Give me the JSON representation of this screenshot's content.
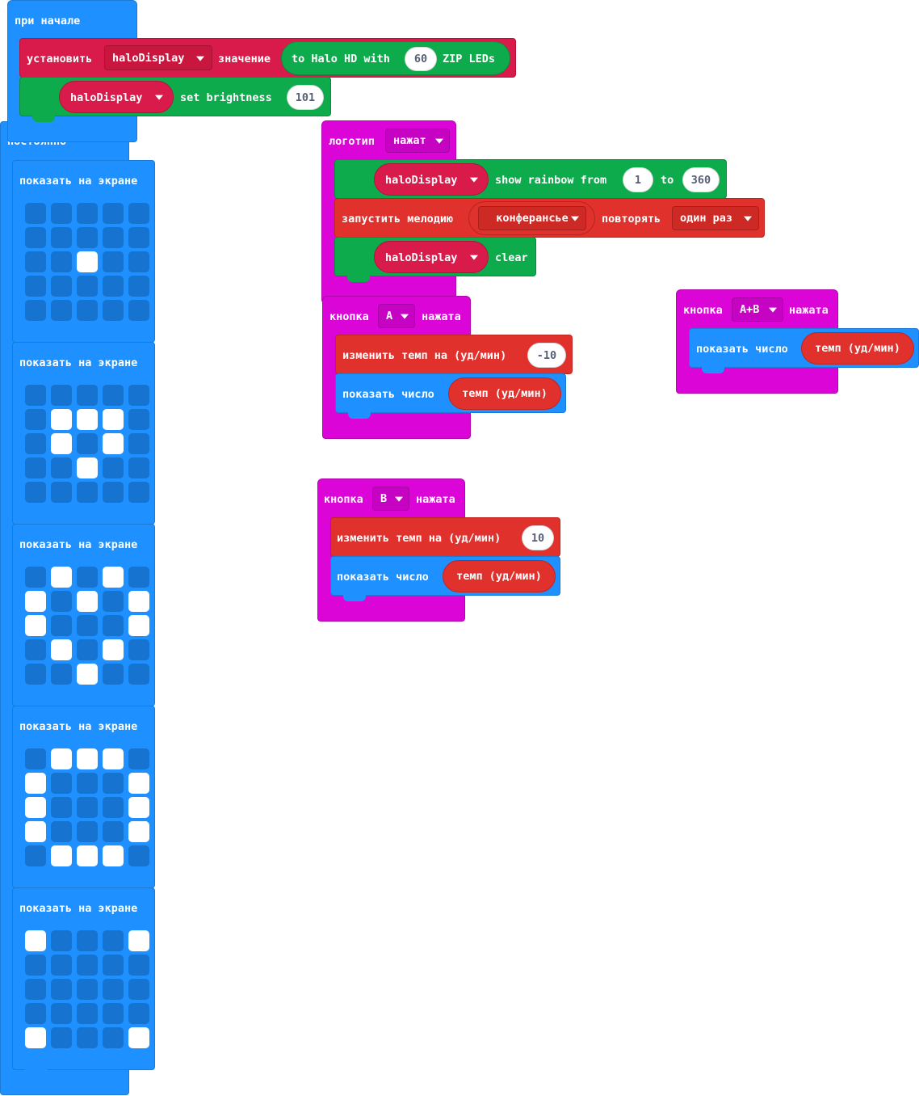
{
  "on_start": {
    "label": "при начале",
    "set": {
      "prefix": "установить",
      "var": "haloDisplay",
      "mid": "значение",
      "create": {
        "pre": "to Halo HD with",
        "count": "60",
        "post": "ZIP LEDs"
      }
    },
    "brightness": {
      "var": "haloDisplay",
      "label": "set brightness",
      "value": "101"
    }
  },
  "forever": {
    "label": "постоянно",
    "show_label": "показать на экране",
    "screens": [
      [
        [
          0,
          0,
          0,
          0,
          0
        ],
        [
          0,
          0,
          0,
          0,
          0
        ],
        [
          0,
          0,
          1,
          0,
          0
        ],
        [
          0,
          0,
          0,
          0,
          0
        ],
        [
          0,
          0,
          0,
          0,
          0
        ]
      ],
      [
        [
          0,
          0,
          0,
          0,
          0
        ],
        [
          0,
          1,
          1,
          1,
          0
        ],
        [
          0,
          1,
          0,
          1,
          0
        ],
        [
          0,
          0,
          1,
          0,
          0
        ],
        [
          0,
          0,
          0,
          0,
          0
        ]
      ],
      [
        [
          0,
          1,
          0,
          1,
          0
        ],
        [
          1,
          0,
          1,
          0,
          1
        ],
        [
          1,
          0,
          0,
          0,
          1
        ],
        [
          0,
          1,
          0,
          1,
          0
        ],
        [
          0,
          0,
          1,
          0,
          0
        ]
      ],
      [
        [
          0,
          1,
          1,
          1,
          0
        ],
        [
          1,
          0,
          0,
          0,
          1
        ],
        [
          1,
          0,
          0,
          0,
          1
        ],
        [
          1,
          0,
          0,
          0,
          1
        ],
        [
          0,
          1,
          1,
          1,
          0
        ]
      ],
      [
        [
          1,
          0,
          0,
          0,
          1
        ],
        [
          0,
          0,
          0,
          0,
          0
        ],
        [
          0,
          0,
          0,
          0,
          0
        ],
        [
          0,
          0,
          0,
          0,
          0
        ],
        [
          1,
          0,
          0,
          0,
          1
        ]
      ]
    ]
  },
  "logo": {
    "label": "логотип",
    "event": "нажат",
    "rainbow": {
      "var": "haloDisplay",
      "pre": "show rainbow from",
      "from": "1",
      "to_label": "to",
      "to": "360"
    },
    "melody": {
      "pre": "запустить мелодию",
      "tune": "конферансье",
      "mid": "повторять",
      "repeat": "один раз"
    },
    "clear": {
      "var": "haloDisplay",
      "label": "clear"
    }
  },
  "button_a": {
    "label": "кнопка",
    "btn": "A",
    "post": "нажата",
    "change": {
      "label": "изменить темп на (уд/мин)",
      "value": "-10"
    },
    "show": {
      "label": "показать число",
      "reporter": "темп (уд/мин)"
    }
  },
  "button_ab": {
    "label": "кнопка",
    "btn": "A+B",
    "post": "нажата",
    "show": {
      "label": "показать число",
      "reporter": "темп (уд/мин)"
    }
  },
  "button_b": {
    "label": "кнопка",
    "btn": "B",
    "post": "нажата",
    "change": {
      "label": "изменить темп на (уд/мин)",
      "value": "10"
    },
    "show": {
      "label": "показать число",
      "reporter": "темп (уд/мин)"
    }
  },
  "colors": {
    "basic": "#1e90ff",
    "input": "#dc05d8",
    "music": "#e0312d",
    "halo": "#0eab4d",
    "variable": "#d81b4a"
  }
}
